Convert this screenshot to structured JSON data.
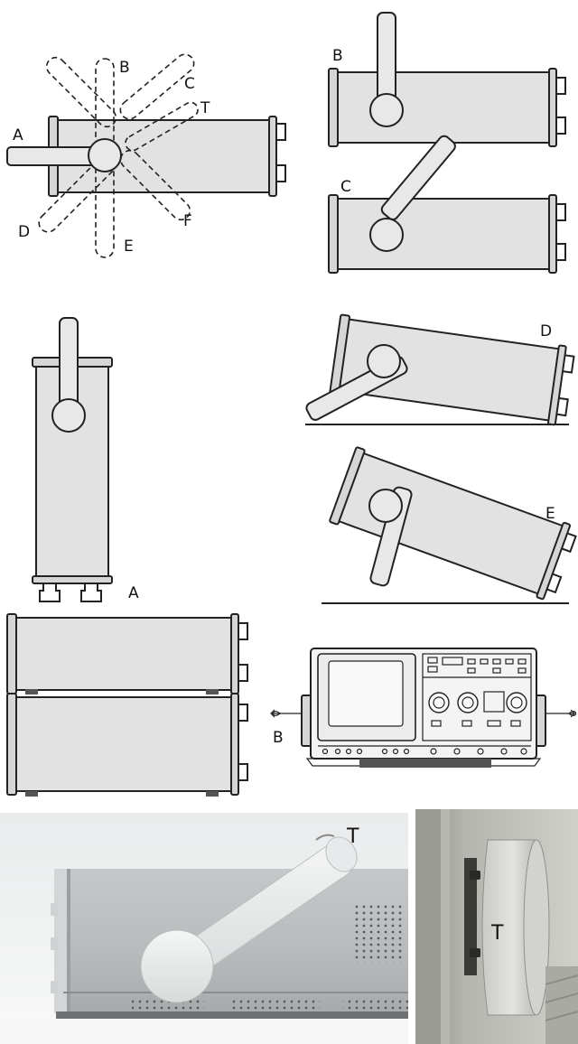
{
  "diagram": {
    "labels": {
      "a": "A",
      "b": "B",
      "c": "C",
      "d": "D",
      "e": "E",
      "f": "F",
      "t": "T"
    }
  }
}
